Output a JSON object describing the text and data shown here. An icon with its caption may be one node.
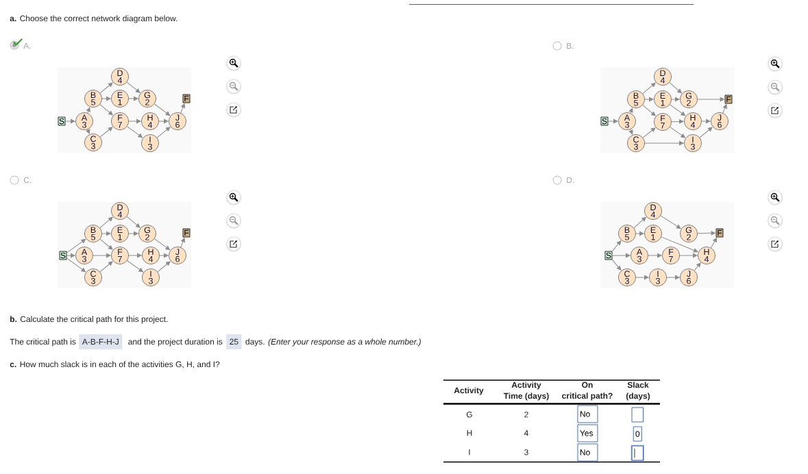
{
  "diagram": {
    "nodes": [
      {
        "text": [],
        "shape": "box"
      },
      {
        "text": [
          "S"
        ],
        "in": 0
      },
      {
        "text": [
          "A",
          "3"
        ],
        "in": 0
      },
      {
        "text": [
          "B",
          "5"
        ],
        "in": 0
      },
      {
        "text": [
          "C",
          "3"
        ],
        "in": 0
      },
      {
        "text": [
          "D",
          "4"
        ],
        "in": 0
      },
      {
        "text": [
          "E",
          "1"
        ],
        "in": 0
      },
      {
        "text": [
          "F",
          "7"
        ],
        "in": 0
      },
      {
        "text": [
          "G",
          "2"
        ],
        "in": 0
      },
      {
        "text": [
          "H",
          "4"
        ],
        "in": 0
      },
      {
        "text": [
          "I",
          "3"
        ],
        "in": 0
      },
      {
        "text": [
          "J",
          "6"
        ],
        "in": 0
      },
      {
        "text": [
          "F"
        ],
        "in": 0
      },
      {
        "text": [],
        "shape": "box"
      },
      {
        "text": [
          "S"
        ],
        "in": 13
      },
      {
        "text": [
          "A",
          "3"
        ],
        "in": 13
      },
      {
        "text": [
          "B",
          "5"
        ],
        "in": 13
      },
      {
        "text": [
          "C",
          "3"
        ],
        "in": 13
      },
      {
        "text": [
          "D",
          "4"
        ],
        "in": 13
      },
      {
        "text": [
          "E",
          "1"
        ],
        "in": 13
      },
      {
        "text": [
          "F",
          "7"
        ],
        "in": 13
      },
      {
        "text": [
          "G",
          "2"
        ],
        "in": 13
      },
      {
        "text": [
          "H",
          "4"
        ],
        "in": 13
      },
      {
        "text": [
          "I",
          "3"
        ],
        "in": 13
      },
      {
        "text": [
          "J",
          "6"
        ],
        "in": 13
      },
      {
        "text": [
          "F"
        ],
        "in": 13
      },
      {
        "text": [],
        "shape": "box"
      },
      {
        "text": [
          "S"
        ],
        "in": 26
      },
      {
        "text": [
          "A",
          "3"
        ],
        "in": 26
      },
      {
        "text": [
          "B",
          "5"
        ],
        "in": 26
      },
      {
        "text": [
          "C",
          "3"
        ],
        "in": 26
      },
      {
        "text": [
          "D",
          "4"
        ],
        "in": 26
      },
      {
        "text": [
          "E",
          "1"
        ],
        "in": 26
      },
      {
        "text": [
          "F",
          "7"
        ],
        "in": 26
      },
      {
        "text": [
          "G",
          "2"
        ],
        "in": 26
      },
      {
        "text": [
          "H",
          "4"
        ],
        "in": 26
      },
      {
        "text": [
          "I",
          "3"
        ],
        "in": 26
      },
      {
        "text": [
          "J",
          "6"
        ],
        "in": 26
      },
      {
        "text": [
          "F"
        ],
        "in": 26
      },
      {
        "text": [],
        "shape": "box"
      },
      {
        "text": [
          "S"
        ],
        "in": 39
      },
      {
        "text": [
          "A",
          "3"
        ],
        "in": 39
      },
      {
        "text": [
          "B",
          "5"
        ],
        "in": 39
      },
      {
        "text": [
          "C",
          "3"
        ],
        "in": 39
      },
      {
        "text": [
          "D",
          "4"
        ],
        "in": 39
      },
      {
        "text": [
          "E",
          "1"
        ],
        "in": 39
      },
      {
        "text": [
          "F",
          "7"
        ],
        "in": 39
      },
      {
        "text": [
          "G",
          "2"
        ],
        "in": 39
      },
      {
        "text": [
          "H",
          "4"
        ],
        "in": 39
      },
      {
        "text": [
          "I",
          "3"
        ],
        "in": 39
      },
      {
        "text": [
          "J",
          "6"
        ],
        "in": 39
      },
      {
        "text": [
          "F"
        ],
        "in": 39
      }
    ],
    "edges": [
      {
        "from": 1,
        "to": 2,
        "arrow": "to"
      },
      {
        "from": 2,
        "to": 3,
        "arrow": "to"
      },
      {
        "from": 2,
        "to": 4,
        "arrow": "to"
      },
      {
        "from": 3,
        "to": 5,
        "arrow": "to"
      },
      {
        "from": 3,
        "to": 6,
        "arrow": "to"
      },
      {
        "from": 3,
        "to": 7,
        "arrow": "to"
      },
      {
        "from": 4,
        "to": 7,
        "arrow": "to"
      },
      {
        "from": 5,
        "to": 8,
        "arrow": "to"
      },
      {
        "from": 6,
        "to": 8,
        "arrow": "to"
      },
      {
        "from": 7,
        "to": 9,
        "arrow": "to"
      },
      {
        "from": 7,
        "to": 10,
        "arrow": "to"
      },
      {
        "from": 8,
        "to": 11,
        "arrow": "to"
      },
      {
        "from": 9,
        "to": 11,
        "arrow": "to"
      },
      {
        "from": 10,
        "to": 11,
        "arrow": "to"
      },
      {
        "from": 11,
        "to": 12,
        "arrow": "to"
      },
      {
        "from": 14,
        "to": 15,
        "arrow": "to"
      },
      {
        "from": 15,
        "to": 16,
        "arrow": "to"
      },
      {
        "from": 15,
        "to": 17,
        "arrow": "to"
      },
      {
        "from": 16,
        "to": 18,
        "arrow": "to"
      },
      {
        "from": 16,
        "to": 19,
        "arrow": "to"
      },
      {
        "from": 16,
        "to": 20,
        "arrow": "to"
      },
      {
        "from": 17,
        "to": 20,
        "arrow": "to"
      },
      {
        "from": 17,
        "to": 23,
        "arrow": "to"
      },
      {
        "from": 18,
        "to": 21,
        "arrow": "to"
      },
      {
        "from": 19,
        "to": 21,
        "arrow": "to"
      },
      {
        "from": 19,
        "to": 22,
        "arrow": "to"
      },
      {
        "from": 20,
        "to": 22,
        "arrow": "to"
      },
      {
        "from": 20,
        "to": 23,
        "arrow": "to"
      },
      {
        "from": 21,
        "to": 25,
        "arrow": "to"
      },
      {
        "from": 22,
        "to": 24,
        "arrow": "to"
      },
      {
        "from": 23,
        "to": 24,
        "arrow": "to"
      },
      {
        "from": 24,
        "to": 25,
        "arrow": "to"
      },
      {
        "from": 27,
        "to": 29,
        "arrow": "to"
      },
      {
        "from": 27,
        "to": 28,
        "arrow": "to"
      },
      {
        "from": 27,
        "to": 30,
        "arrow": "to"
      },
      {
        "from": 29,
        "to": 31,
        "arrow": "to"
      },
      {
        "from": 29,
        "to": 32,
        "arrow": "to"
      },
      {
        "from": 29,
        "to": 33,
        "arrow": "to"
      },
      {
        "from": 28,
        "to": 33,
        "arrow": "to"
      },
      {
        "from": 30,
        "to": 33,
        "arrow": "to"
      },
      {
        "from": 31,
        "to": 34,
        "arrow": "to"
      },
      {
        "from": 32,
        "to": 34,
        "arrow": "to"
      },
      {
        "from": 33,
        "to": 35,
        "arrow": "to"
      },
      {
        "from": 33,
        "to": 36,
        "arrow": "to"
      },
      {
        "from": 34,
        "to": 37,
        "arrow": "to"
      },
      {
        "from": 35,
        "to": 37,
        "arrow": "to"
      },
      {
        "from": 36,
        "to": 37,
        "arrow": "to"
      },
      {
        "from": 37,
        "to": 38,
        "arrow": "to"
      },
      {
        "from": 40,
        "to": 42,
        "arrow": "to"
      },
      {
        "from": 40,
        "to": 41,
        "arrow": "to"
      },
      {
        "from": 40,
        "to": 43,
        "arrow": "to"
      },
      {
        "from": 42,
        "to": 44,
        "arrow": "to"
      },
      {
        "from": 42,
        "to": 45,
        "arrow": "to"
      },
      {
        "from": 44,
        "to": 47,
        "arrow": "to"
      },
      {
        "from": 45,
        "to": 48,
        "arrow": "to"
      },
      {
        "from": 41,
        "to": 46,
        "arrow": "to"
      },
      {
        "from": 46,
        "to": 48,
        "arrow": "to"
      },
      {
        "from": 43,
        "to": 49,
        "arrow": "to"
      },
      {
        "from": 49,
        "to": 50,
        "arrow": "to"
      },
      {
        "from": 50,
        "to": 48,
        "arrow": "to"
      },
      {
        "from": 47,
        "to": 51,
        "arrow": "to"
      },
      {
        "from": 48,
        "to": 51,
        "arrow": "to"
      }
    ],
    "labels": [
      "**a.** Choose the correct network diagram below.",
      "A.",
      "B.",
      "C.",
      "D.",
      "**b.** Calculate the critical path for this project.",
      "The critical path is",
      "A-B-F-H-J",
      "and the project duration is",
      "25",
      "days.",
      "(Enter your response as a whole number.)",
      "**c.** How much slack is in each of the activities G, H, and I?",
      "Activity",
      "Activity Time (days)",
      "On critical path?",
      "Slack (days)",
      "G",
      "2",
      "No",
      "H",
      "4",
      "Yes",
      "0",
      "I",
      "3",
      "No"
    ]
  }
}
